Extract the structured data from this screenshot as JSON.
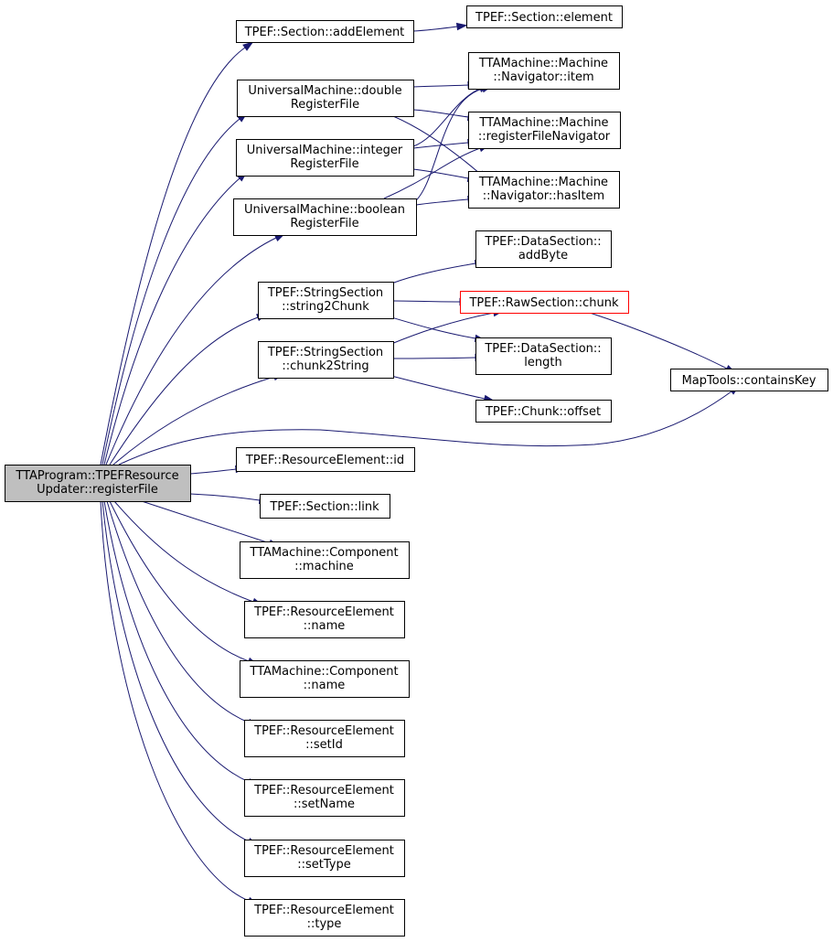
{
  "diagram": {
    "type": "call-graph",
    "edge_color": "#191970",
    "highlight_color": "#ff0000",
    "root_fill": "#bfbfbf",
    "nodes": [
      {
        "id": "root",
        "lines": [
          "TTAProgram::TPEFResource",
          "Updater::registerFile"
        ],
        "style": "root"
      },
      {
        "id": "sec_addElement",
        "lines": [
          "TPEF::Section::addElement"
        ]
      },
      {
        "id": "sec_element",
        "lines": [
          "TPEF::Section::element"
        ]
      },
      {
        "id": "um_double",
        "lines": [
          "UniversalMachine::double",
          "RegisterFile"
        ]
      },
      {
        "id": "um_integer",
        "lines": [
          "UniversalMachine::integer",
          "RegisterFile"
        ]
      },
      {
        "id": "um_boolean",
        "lines": [
          "UniversalMachine::boolean",
          "RegisterFile"
        ]
      },
      {
        "id": "nav_item",
        "lines": [
          "TTAMachine::Machine",
          "::Navigator::item"
        ]
      },
      {
        "id": "machine_rfnav",
        "lines": [
          "TTAMachine::Machine",
          "::registerFileNavigator"
        ]
      },
      {
        "id": "nav_hasItem",
        "lines": [
          "TTAMachine::Machine",
          "::Navigator::hasItem"
        ]
      },
      {
        "id": "ds_addByte",
        "lines": [
          "TPEF::DataSection::",
          "addByte"
        ]
      },
      {
        "id": "ss_string2Chunk",
        "lines": [
          "TPEF::StringSection",
          "::string2Chunk"
        ]
      },
      {
        "id": "raw_chunk",
        "lines": [
          "TPEF::RawSection::chunk"
        ],
        "style": "highlight"
      },
      {
        "id": "ss_chunk2String",
        "lines": [
          "TPEF::StringSection",
          "::chunk2String"
        ]
      },
      {
        "id": "ds_length",
        "lines": [
          "TPEF::DataSection::",
          "length"
        ]
      },
      {
        "id": "chunk_offset",
        "lines": [
          "TPEF::Chunk::offset"
        ]
      },
      {
        "id": "maptools",
        "lines": [
          "MapTools::containsKey"
        ]
      },
      {
        "id": "re_id",
        "lines": [
          "TPEF::ResourceElement::id"
        ]
      },
      {
        "id": "sec_link",
        "lines": [
          "TPEF::Section::link"
        ]
      },
      {
        "id": "comp_machine",
        "lines": [
          "TTAMachine::Component",
          "::machine"
        ]
      },
      {
        "id": "re_name",
        "lines": [
          "TPEF::ResourceElement",
          "::name"
        ]
      },
      {
        "id": "comp_name",
        "lines": [
          "TTAMachine::Component",
          "::name"
        ]
      },
      {
        "id": "re_setId",
        "lines": [
          "TPEF::ResourceElement",
          "::setId"
        ]
      },
      {
        "id": "re_setName",
        "lines": [
          "TPEF::ResourceElement",
          "::setName"
        ]
      },
      {
        "id": "re_setType",
        "lines": [
          "TPEF::ResourceElement",
          "::setType"
        ]
      },
      {
        "id": "re_type",
        "lines": [
          "TPEF::ResourceElement",
          "::type"
        ]
      }
    ],
    "edges": [
      {
        "from": "root",
        "to": "sec_addElement"
      },
      {
        "from": "sec_addElement",
        "to": "sec_element"
      },
      {
        "from": "root",
        "to": "um_double"
      },
      {
        "from": "um_double",
        "to": "nav_item"
      },
      {
        "from": "um_double",
        "to": "machine_rfnav"
      },
      {
        "from": "um_double",
        "to": "nav_hasItem"
      },
      {
        "from": "root",
        "to": "um_integer"
      },
      {
        "from": "um_integer",
        "to": "nav_item"
      },
      {
        "from": "um_integer",
        "to": "machine_rfnav"
      },
      {
        "from": "um_integer",
        "to": "nav_hasItem"
      },
      {
        "from": "root",
        "to": "um_boolean"
      },
      {
        "from": "um_boolean",
        "to": "nav_item"
      },
      {
        "from": "um_boolean",
        "to": "machine_rfnav"
      },
      {
        "from": "um_boolean",
        "to": "nav_hasItem"
      },
      {
        "from": "root",
        "to": "ss_string2Chunk"
      },
      {
        "from": "ss_string2Chunk",
        "to": "ds_addByte"
      },
      {
        "from": "ss_string2Chunk",
        "to": "raw_chunk"
      },
      {
        "from": "ss_string2Chunk",
        "to": "ds_length"
      },
      {
        "from": "root",
        "to": "ss_chunk2String"
      },
      {
        "from": "ss_chunk2String",
        "to": "raw_chunk"
      },
      {
        "from": "ss_chunk2String",
        "to": "ds_length"
      },
      {
        "from": "ss_chunk2String",
        "to": "chunk_offset"
      },
      {
        "from": "raw_chunk",
        "to": "maptools"
      },
      {
        "from": "root",
        "to": "maptools"
      },
      {
        "from": "root",
        "to": "re_id"
      },
      {
        "from": "root",
        "to": "sec_link"
      },
      {
        "from": "root",
        "to": "comp_machine"
      },
      {
        "from": "root",
        "to": "re_name"
      },
      {
        "from": "root",
        "to": "comp_name"
      },
      {
        "from": "root",
        "to": "re_setId"
      },
      {
        "from": "root",
        "to": "re_setName"
      },
      {
        "from": "root",
        "to": "re_setType"
      },
      {
        "from": "root",
        "to": "re_type"
      }
    ]
  }
}
